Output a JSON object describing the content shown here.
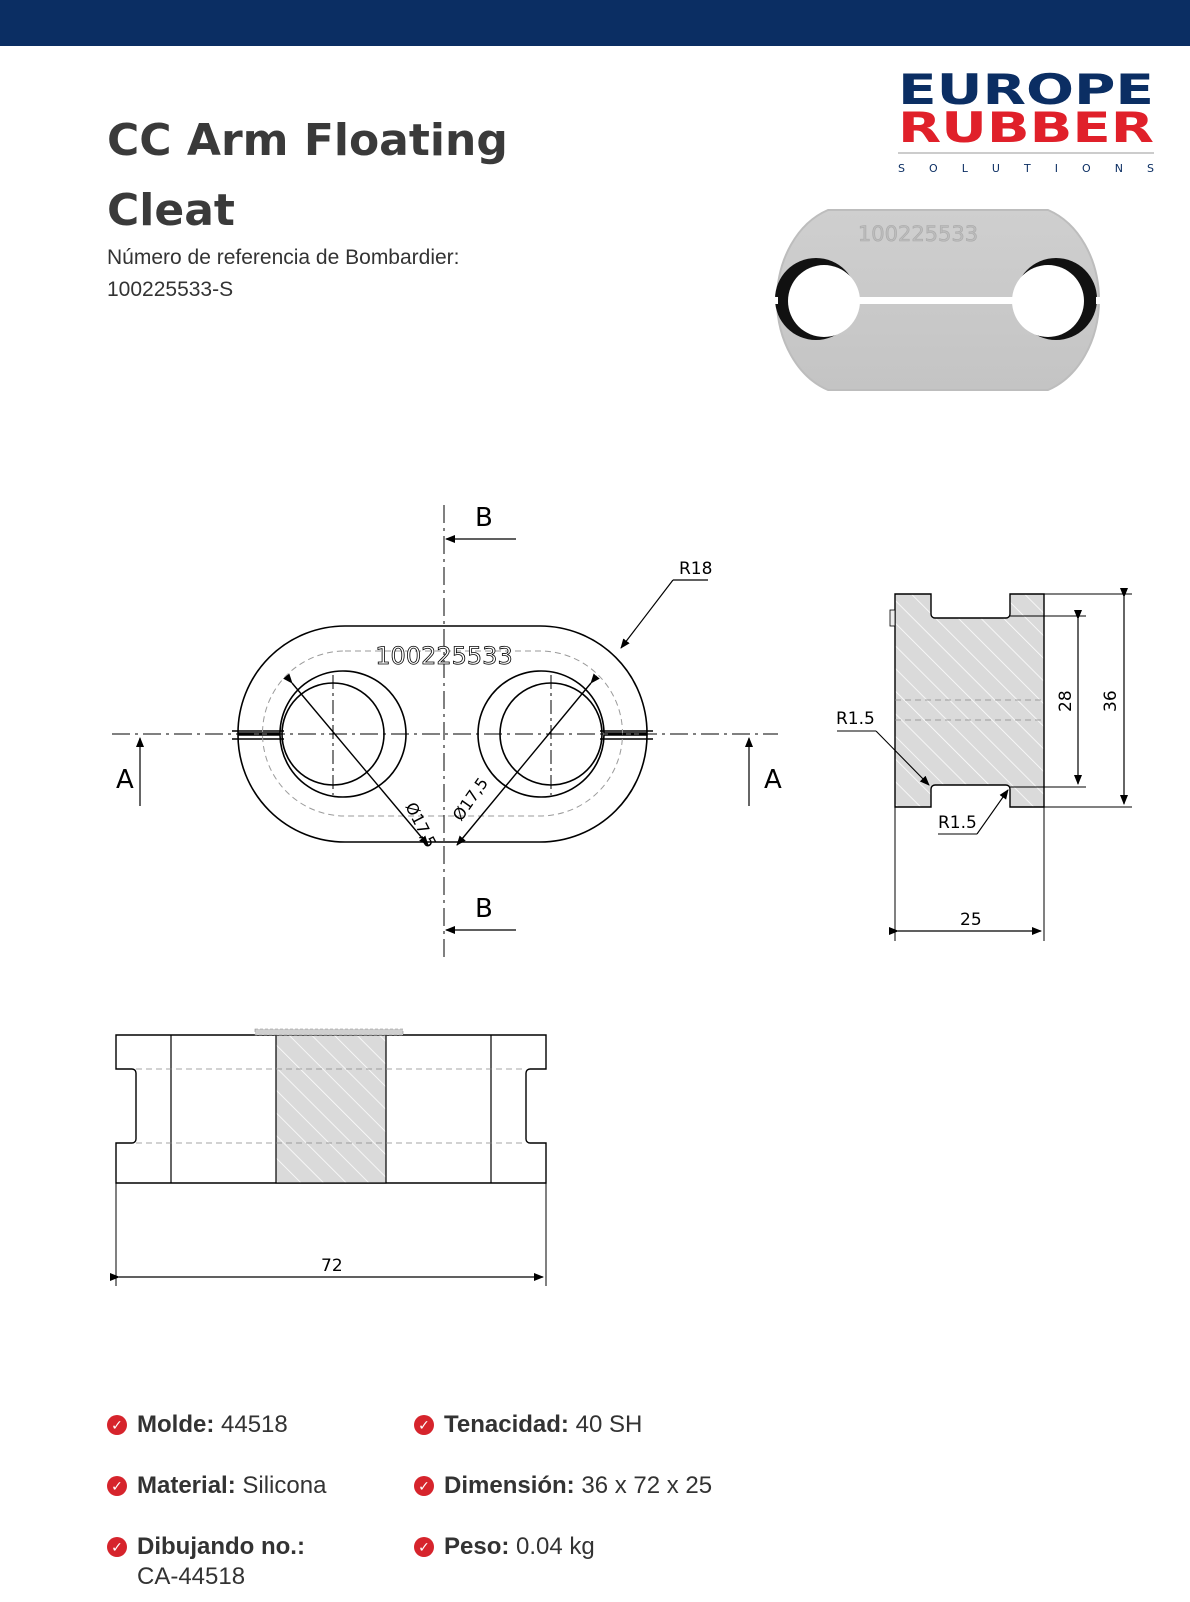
{
  "header": {
    "bar_color": "#0b2e63"
  },
  "product": {
    "title": "CC Arm Floating Cleat",
    "ref_label": "Número de referencia de Bombardier:",
    "ref_value": "100225533-S"
  },
  "logo": {
    "line1": "EUROPE",
    "line2": "RUBBER",
    "line3": "S O L U T I O N S",
    "color_blue": "#0b2e63",
    "color_red": "#e0202a"
  },
  "photo": {
    "engraving": "100225533"
  },
  "drawing": {
    "section_b": "B",
    "section_a": "A",
    "radius_main": "R18",
    "part_number": "100225533",
    "hole_dia_left": "Ø17,5",
    "hole_dia_right": "Ø17,5",
    "radius_small_1": "R1.5",
    "radius_small_2": "R1.5",
    "dim_28": "28",
    "dim_36": "36",
    "dim_25": "25",
    "dim_72": "72"
  },
  "specs": {
    "molde_label": "Molde:",
    "molde_value": "44518",
    "material_label": "Material:",
    "material_value": "Silicona",
    "dibujando_label": "Dibujando no.:",
    "dibujando_value": "CA-44518",
    "tenacidad_label": "Tenacidad:",
    "tenacidad_value": "40 SH",
    "dimension_label": "Dimensión:",
    "dimension_value": "36 x 72 x 25",
    "peso_label": "Peso:",
    "peso_value": "0.04 kg",
    "check_color": "#d6242c"
  }
}
